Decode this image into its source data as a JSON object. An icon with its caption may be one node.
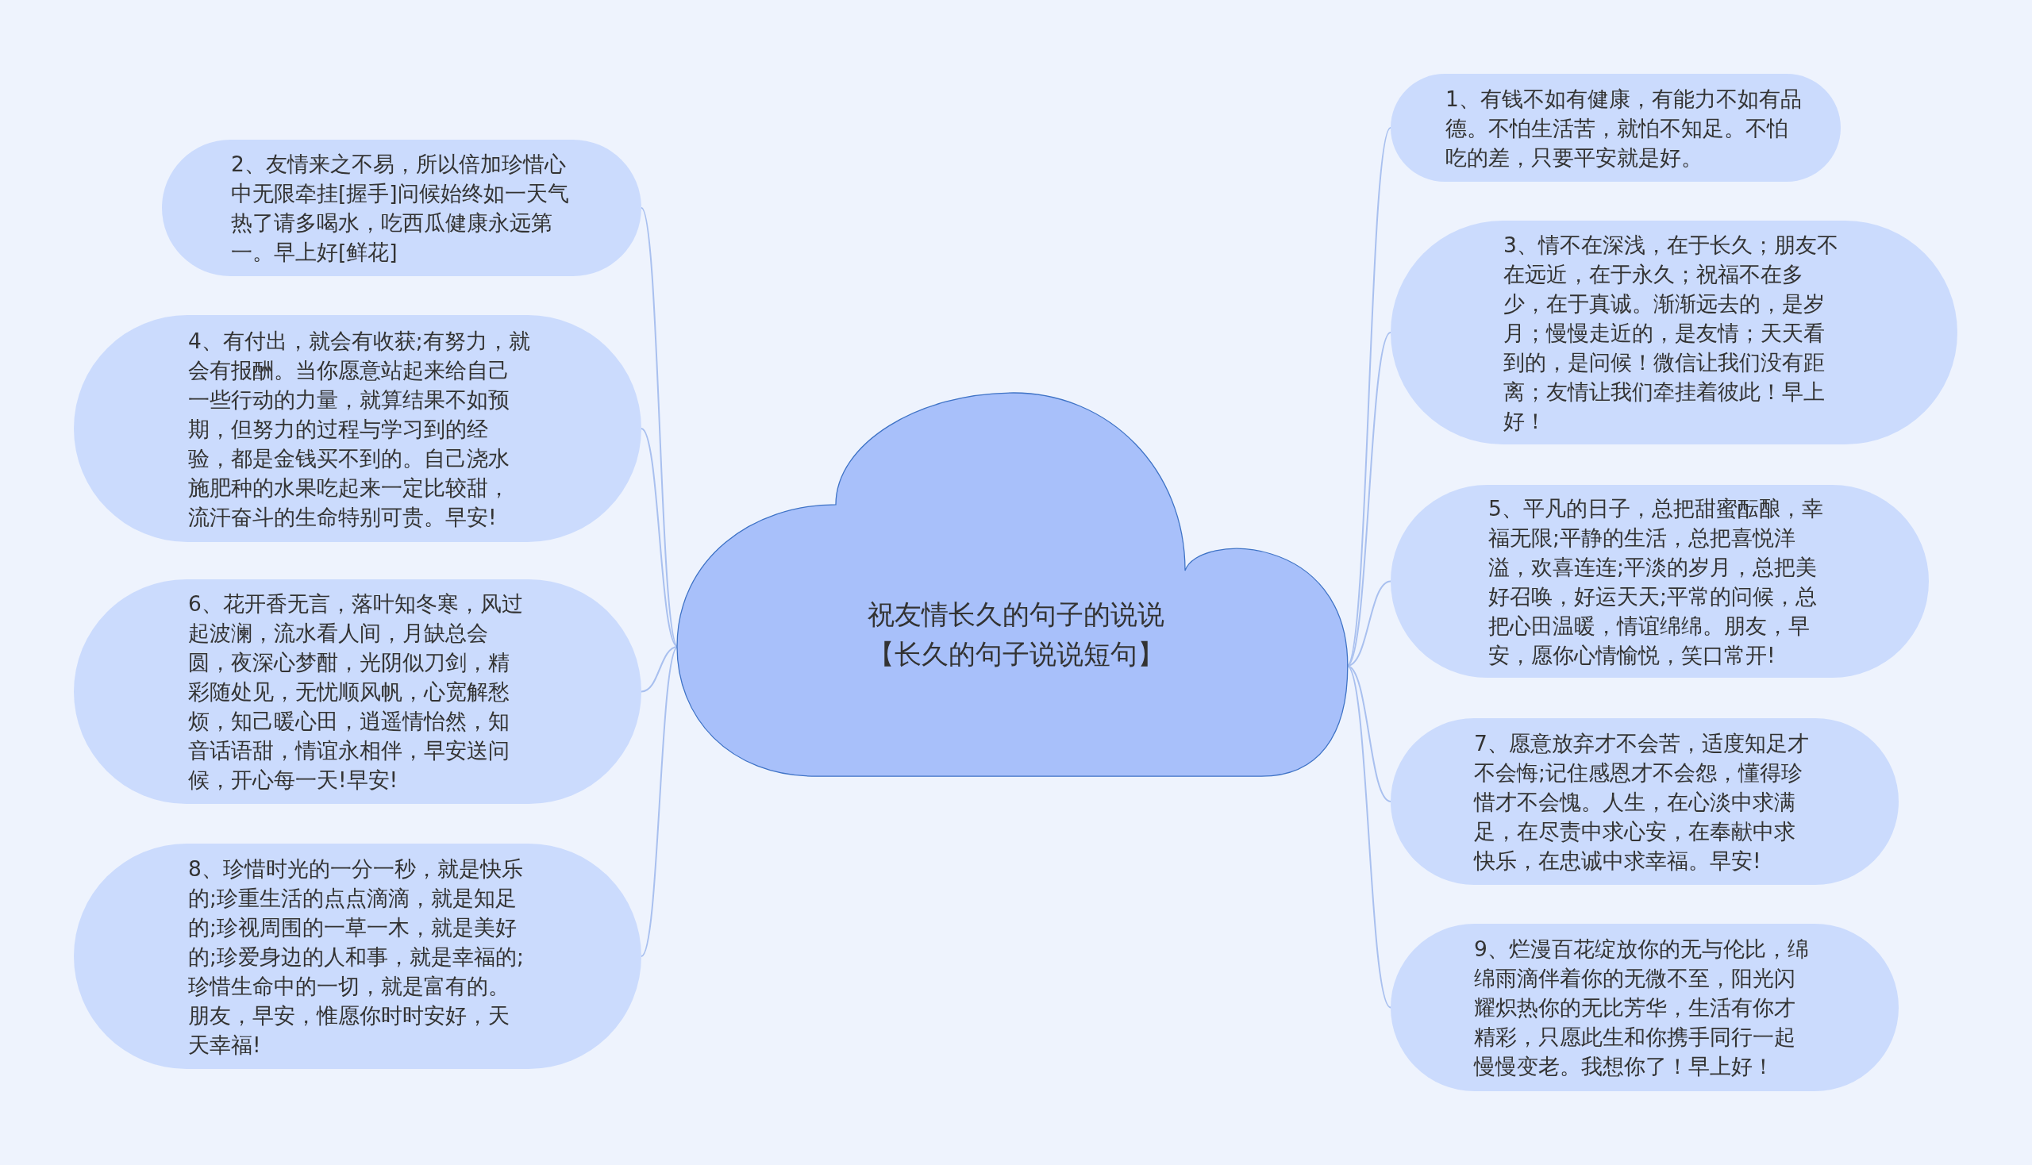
{
  "diagram": {
    "nodes": [
      {
        "text": [
          "祝友情长久的句子的说说【长久的句子说说短句】"
        ]
      },
      {
        "text": [
          "1、有钱不如有健康，有能力不如有品德。不怕生活苦，就怕不知足。不怕吃的差，只要平安就是好。"
        ]
      },
      {
        "text": [
          "2、友情来之不易，所以倍加珍惜心中无限牵挂[握手]问候始终如一天气热了请多喝水，吃西瓜健康永远第一。早上好[鲜花]"
        ]
      },
      {
        "text": [
          "3、情不在深浅，在于长久；朋友不在远近，在于永久；祝福不在多少，在于真诚。渐渐远去的，是岁月；慢慢走近的，是友情；天天看到的，是问候！微信让我们没有距离；友情让我们牵挂着彼此！早上好！"
        ]
      },
      {
        "text": [
          "4、有付出，就会有收获;有努力，就会有报酬。当你愿意站起来给自己一些行动的力量，就算结果不如预期，但努力的过程与学习到的经验，都是金钱买不到的。自己浇水施肥种的水果吃起来一定比较甜，流汗奋斗的生命特别可贵。早安!"
        ]
      },
      {
        "text": [
          "5、平凡的日子，总把甜蜜酝酿，幸福无限;平静的生活，总把喜悦洋溢，欢喜连连;平淡的岁月，总把美好召唤，好运天天;平常的问候，总把心田温暖，情谊绵绵。朋友，早安，愿你心情愉悦，笑口常开!"
        ]
      },
      {
        "text": [
          "6、花开香无言，落叶知冬寒，风过起波澜，流水看人间，月缺总会圆，夜深心梦酣，光阴似刀剑，精彩随处见，无忧顺风帆，心宽解愁烦，知己暖心田，逍遥情怡然，知音话语甜，情谊永相伴，早安送问候，开心每一天!早安!"
        ]
      },
      {
        "text": [
          "7、愿意放弃才不会苦，适度知足才不会悔;记住感恩才不会怨，懂得珍惜才不会愧。人生，在心淡中求满足，在尽责中求心安，在奉献中求快乐，在忠诚中求幸福。早安!"
        ]
      },
      {
        "text": [
          "8、珍惜时光的一分一秒，就是快乐的;珍重生活的点点滴滴，就是知足的;珍视周围的一草一木，就是美好的;珍爱身边的人和事，就是幸福的;珍惜生命中的一切，就是富有的。朋友，早安，惟愿你时时安好，天天幸福!"
        ]
      },
      {
        "text": [
          "9、烂漫百花绽放你的无与伦比，绵绵雨滴伴着你的无微不至，阳光闪耀炽热你的无比芳华，生活有你才精彩，只愿此生和你携手同行一起慢慢变老。我想你了！早上好！"
        ]
      }
    ],
    "edges": [
      {
        "from": 0,
        "to": 1,
        "arrow": "none"
      },
      {
        "from": 0,
        "to": 2,
        "arrow": "none"
      },
      {
        "from": 0,
        "to": 3,
        "arrow": "none"
      },
      {
        "from": 0,
        "to": 4,
        "arrow": "none"
      },
      {
        "from": 0,
        "to": 5,
        "arrow": "none"
      },
      {
        "from": 0,
        "to": 6,
        "arrow": "none"
      },
      {
        "from": 0,
        "to": 7,
        "arrow": "none"
      },
      {
        "from": 0,
        "to": 8,
        "arrow": "none"
      },
      {
        "from": 0,
        "to": 9,
        "arrow": "none"
      }
    ]
  }
}
